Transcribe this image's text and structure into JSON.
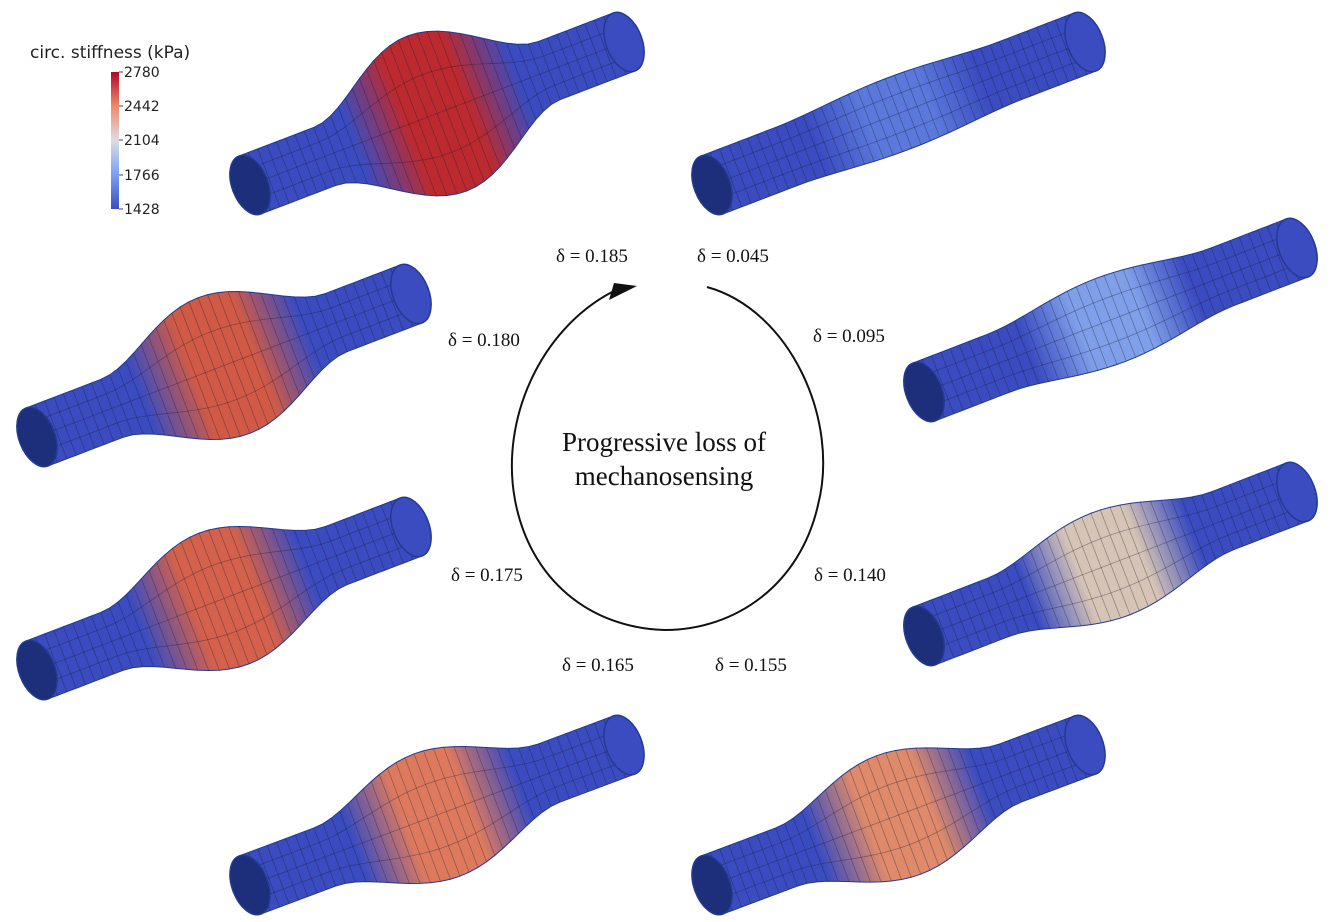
{
  "legend": {
    "title": "circ. stiffness (kPa)",
    "ticks": [
      "2780",
      "2442",
      "2104",
      "1766",
      "1428"
    ],
    "colors": {
      "high": "#b40426",
      "upper": "#f08a6c",
      "mid": "#dcdde0",
      "lower": "#7b9ff9",
      "low": "#3b4cc0"
    }
  },
  "center_text": {
    "line1": "Progressive loss of",
    "line2": "mechanosensing"
  },
  "cases": [
    {
      "label": "δ = 0.045",
      "delta": 0.045,
      "peak_color": "#5a79db",
      "bulge": 0.12
    },
    {
      "label": "δ = 0.095",
      "delta": 0.095,
      "peak_color": "#7f9fe8",
      "bulge": 0.25
    },
    {
      "label": "δ = 0.140",
      "delta": 0.14,
      "peak_color": "#d6c4b6",
      "bulge": 0.45
    },
    {
      "label": "δ = 0.155",
      "delta": 0.155,
      "peak_color": "#df8a6a",
      "bulge": 0.62
    },
    {
      "label": "δ = 0.165",
      "delta": 0.165,
      "peak_color": "#dd7a5e",
      "bulge": 0.66
    },
    {
      "label": "δ = 0.175",
      "delta": 0.175,
      "peak_color": "#d4614b",
      "bulge": 0.75
    },
    {
      "label": "δ = 0.180",
      "delta": 0.18,
      "peak_color": "#d05a46",
      "bulge": 0.8
    },
    {
      "label": "δ = 0.185",
      "delta": 0.185,
      "peak_color": "#bc2a2f",
      "bulge": 1.0
    }
  ]
}
